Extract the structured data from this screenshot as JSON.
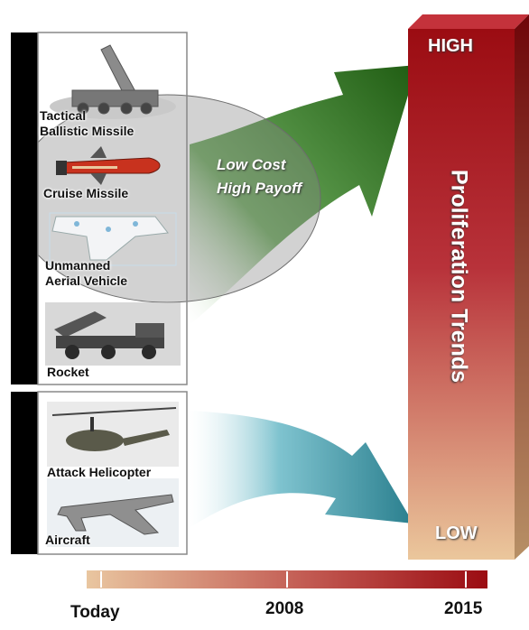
{
  "groups": {
    "top": {
      "items": [
        {
          "label_line1": "Tactical",
          "label_line2": "Ballistic Missile",
          "icon": "ballistic-missile-launcher-icon"
        },
        {
          "label_line1": "Cruise Missile",
          "label_line2": "",
          "icon": "cruise-missile-icon"
        },
        {
          "label_line1": "Unmanned",
          "label_line2": "Aerial Vehicle",
          "icon": "uav-icon"
        },
        {
          "label_line1": "Rocket",
          "label_line2": "",
          "icon": "rocket-launcher-truck-icon"
        }
      ]
    },
    "bottom": {
      "items": [
        {
          "label_line1": "Attack Helicopter",
          "label_line2": "",
          "icon": "attack-helicopter-icon"
        },
        {
          "label_line1": "Aircraft",
          "label_line2": "",
          "icon": "fighter-aircraft-icon"
        }
      ]
    }
  },
  "callout": {
    "line1": "Low Cost",
    "line2": "High Payoff"
  },
  "trend_bar": {
    "high": "HIGH",
    "low": "LOW",
    "title": "Proliferation Trends"
  },
  "timeline": {
    "today": "Today",
    "mid": "2008",
    "end": "2015"
  },
  "colors": {
    "bar_top": "#9b0c12",
    "bar_bottom": "#e8c39a",
    "green_arrow": "#1f5c12",
    "teal_arrow": "#2e8a99",
    "frame_black": "#000000"
  }
}
